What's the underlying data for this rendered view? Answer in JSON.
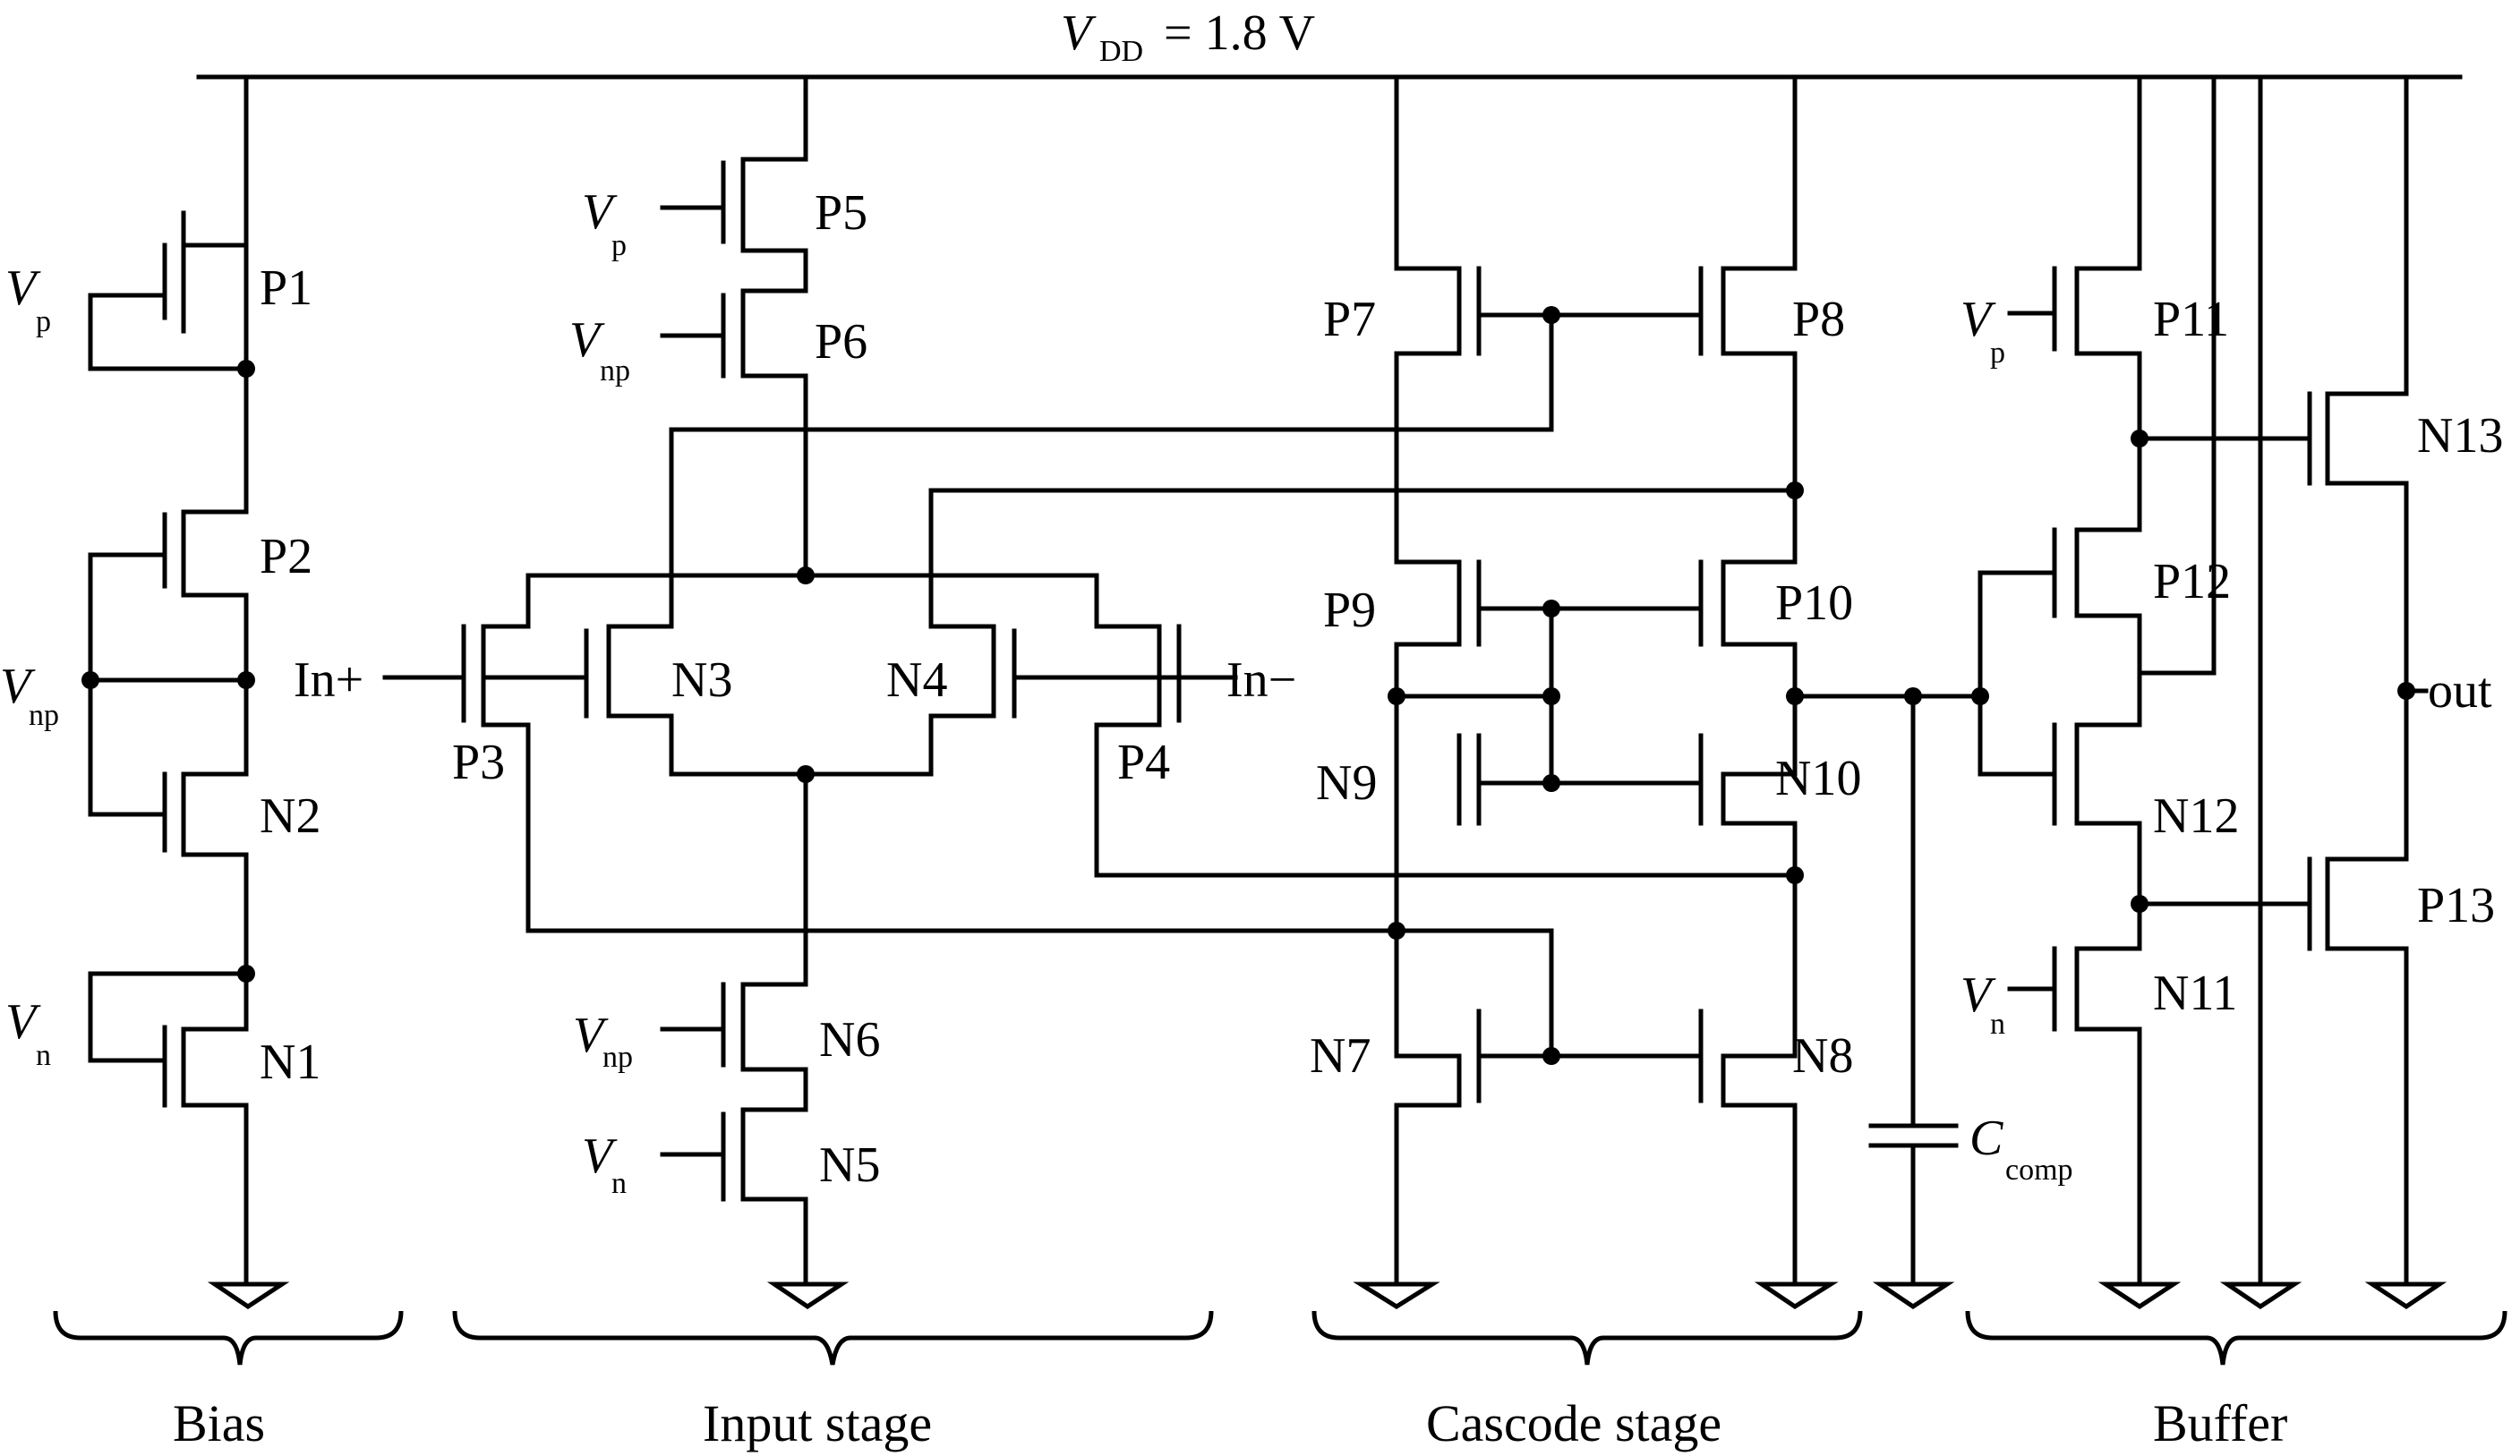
{
  "supply": {
    "symbol": "V",
    "subscript": "DD",
    "value": "= 1.8 V"
  },
  "transistors": {
    "p1": "P1",
    "p2": "P2",
    "n2": "N2",
    "n1": "N1",
    "p5": "P5",
    "p6": "P6",
    "p3": "P3",
    "p4": "P4",
    "n3": "N3",
    "n4": "N4",
    "n6": "N6",
    "n5": "N5",
    "p7": "P7",
    "p8": "P8",
    "p9": "P9",
    "p10": "P10",
    "n9": "N9",
    "n10": "N10",
    "n7": "N7",
    "n8": "N8",
    "p11": "P11",
    "p12": "P12",
    "n12": "N12",
    "n11": "N11",
    "n13": "N13",
    "p13": "P13"
  },
  "bias_labels": {
    "v": "V",
    "p": "p",
    "np": "np",
    "n": "n"
  },
  "ports": {
    "in_plus": "In+",
    "in_minus": "In−",
    "out": "out"
  },
  "capacitor": {
    "symbol": "C",
    "subscript": "comp"
  },
  "groups": {
    "bias": "Bias",
    "input": "Input stage",
    "cascode": "Cascode stage",
    "buffer": "Buffer"
  }
}
